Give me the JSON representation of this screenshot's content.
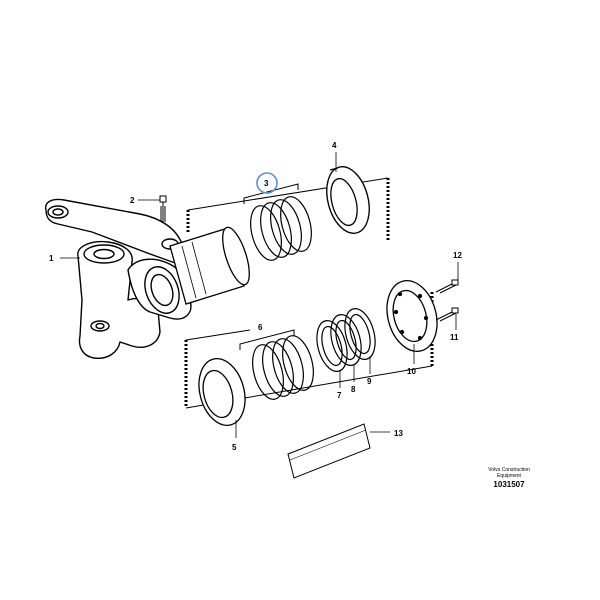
{
  "diagram": {
    "callouts": [
      "1",
      "2",
      "3",
      "4",
      "5",
      "6",
      "7",
      "8",
      "9",
      "10",
      "11",
      "12",
      "13"
    ],
    "caption_line1": "Volvo Construction",
    "caption_line2": "Equipment",
    "caption_id": "1031507",
    "highlight_color": "#5b8fc9"
  }
}
